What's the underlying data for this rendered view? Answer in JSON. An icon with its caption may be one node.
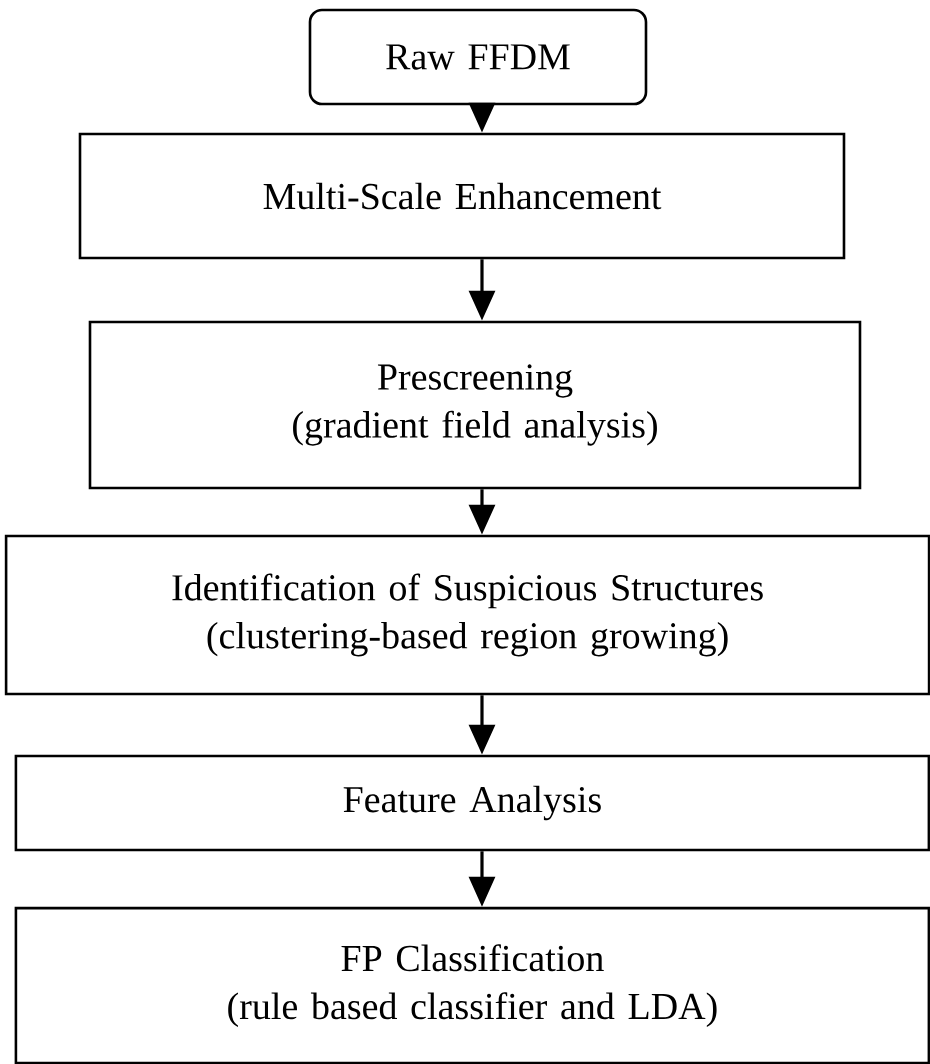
{
  "diagram": {
    "nodes": [
      {
        "text": [
          "Raw FFDM"
        ]
      },
      {
        "text": [
          "Multi-Scale Enhancement"
        ]
      },
      {
        "text": [
          "Prescreening",
          "(gradient field analysis)"
        ]
      },
      {
        "text": [
          "Identification of Suspicious Structures",
          "(clustering-based region growing)"
        ]
      },
      {
        "text": [
          "Feature Analysis"
        ]
      },
      {
        "text": [
          "FP Classification",
          "(rule based classifier and LDA)"
        ]
      }
    ],
    "edges": [
      {
        "from": 0,
        "to": 1,
        "arrow": "to"
      },
      {
        "from": 1,
        "to": 2,
        "arrow": "to"
      },
      {
        "from": 2,
        "to": 3,
        "arrow": "to"
      },
      {
        "from": 3,
        "to": 4,
        "arrow": "to"
      },
      {
        "from": 4,
        "to": 5,
        "arrow": "to"
      }
    ]
  }
}
